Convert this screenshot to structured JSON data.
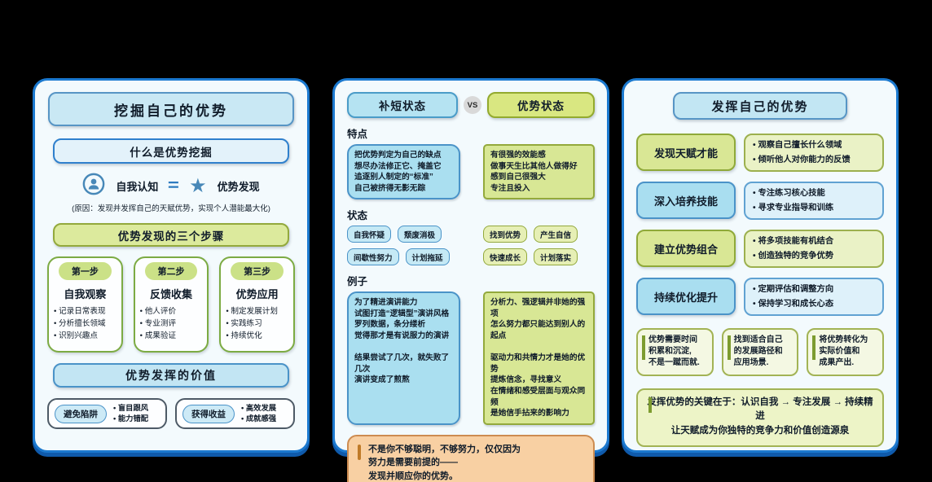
{
  "palette": {
    "background": "#000000",
    "panel_border": "#1b79cf",
    "panel_bg": "#f3fafd",
    "blue_fill": "#aadff0",
    "blue_fill_light": "#c9e8f4",
    "blue_border": "#4a93c8",
    "green_fill": "#d8e795",
    "green_fill_light": "#eaf2c6",
    "green_border": "#93a93c",
    "orange_fill": "#f8d0a3",
    "orange_border": "#cd8c51",
    "dark_border": "#4d5a66",
    "accent_blue": "#4788b8",
    "text": "#101c2a"
  },
  "icons": {
    "identity": "person-icon",
    "strength": "star-icon"
  },
  "panel1": {
    "title": "挖掘自己的优势",
    "subtitle": "什么是优势挖掘",
    "identity": {
      "left": "自我认知",
      "equals": "=",
      "right": "优势发现"
    },
    "caption": "(原因：发现并发挥自己的天赋优势，实现个人潜能最大化)",
    "steps_header": "优势发现的三个步骤",
    "steps": [
      {
        "badge": "第一步",
        "title": "自我观察",
        "bullets": [
          "记录日常表现",
          "分析擅长领域",
          "识别兴趣点"
        ]
      },
      {
        "badge": "第二步",
        "title": "反馈收集",
        "bullets": [
          "他人评价",
          "专业测评",
          "成果验证"
        ]
      },
      {
        "badge": "第三步",
        "title": "优势应用",
        "bullets": [
          "制定发展计划",
          "实践练习",
          "持续优化"
        ]
      }
    ],
    "value_header": "优势发挥的价值",
    "outcomes": [
      {
        "pill": "避免陷阱",
        "bullets": [
          "盲目跟风",
          "能力错配"
        ]
      },
      {
        "pill": "获得收益",
        "bullets": [
          "高效发展",
          "成就感强"
        ]
      }
    ]
  },
  "panel2": {
    "header": {
      "left": "补短状态",
      "vs": "VS",
      "right": "优势状态"
    },
    "traits_label": "特点",
    "traits_left": [
      "把优势判定为自己的缺点",
      "想尽办法修正它、掩盖它",
      "追逐别人制定的“标准”",
      "自己被挤得无影无踪"
    ],
    "traits_right": [
      "有很强的效能感",
      "做事天生比其他人做得好",
      "感到自己很强大",
      "专注且投入"
    ],
    "state_label": "状态",
    "state_left_tags": [
      "自我怀疑",
      "颓废消极",
      "间歇性努力",
      "计划拖延"
    ],
    "state_right_tags": [
      "找到优势",
      "产生自信",
      "快速成长",
      "计划落实"
    ],
    "example_label": "例子",
    "example_left": [
      "为了精进演讲能力",
      "试图打造“逻辑型”演讲风格",
      "罗列数据，条分缕析",
      "觉得那才是有说服力的演讲",
      "",
      "结果尝试了几次，就失败了几次",
      "演讲变成了煎熬"
    ],
    "example_right": [
      "分析力、强逻辑并非她的强项",
      "怎么努力都只能达到别人的起点",
      "",
      "驱动力和共情力才是她的优势",
      "提炼信念，寻找意义",
      "在情绪和感受层面与观众同频",
      "是她信手拈来的影响力"
    ],
    "note_lines": [
      "不是你不够聪明，不够努力，仅仅因为",
      "努力是需要前提的——",
      "发现并顺应你的优势。"
    ]
  },
  "panel3": {
    "title": "发挥自己的优势",
    "rows": [
      {
        "label": "发现天赋才能",
        "color": "green",
        "bullets": [
          "观察自己擅长什么领域",
          "倾听他人对你能力的反馈"
        ]
      },
      {
        "label": "深入培养技能",
        "color": "blue",
        "bullets": [
          "专注练习核心技能",
          "寻求专业指导和训练"
        ]
      },
      {
        "label": "建立优势组合",
        "color": "green",
        "bullets": [
          "将多项技能有机结合",
          "创造独特的竞争优势"
        ]
      },
      {
        "label": "持续优化提升",
        "color": "blue",
        "bullets": [
          "定期评估和调整方向",
          "保持学习和成长心态"
        ]
      }
    ],
    "footnotes": [
      [
        "优势需要时间",
        "积累和沉淀,",
        "不是一蹴而就."
      ],
      [
        "找到适合自己",
        "的发展路径和",
        "应用场景."
      ],
      [
        "将优势转化为",
        "实际价值和",
        "成果产出."
      ]
    ],
    "summary_lines": [
      "发挥优势的关键在于：认识自我 → 专注发展 → 持续精进",
      "让天赋成为你独特的竞争力和价值创造源泉"
    ]
  }
}
